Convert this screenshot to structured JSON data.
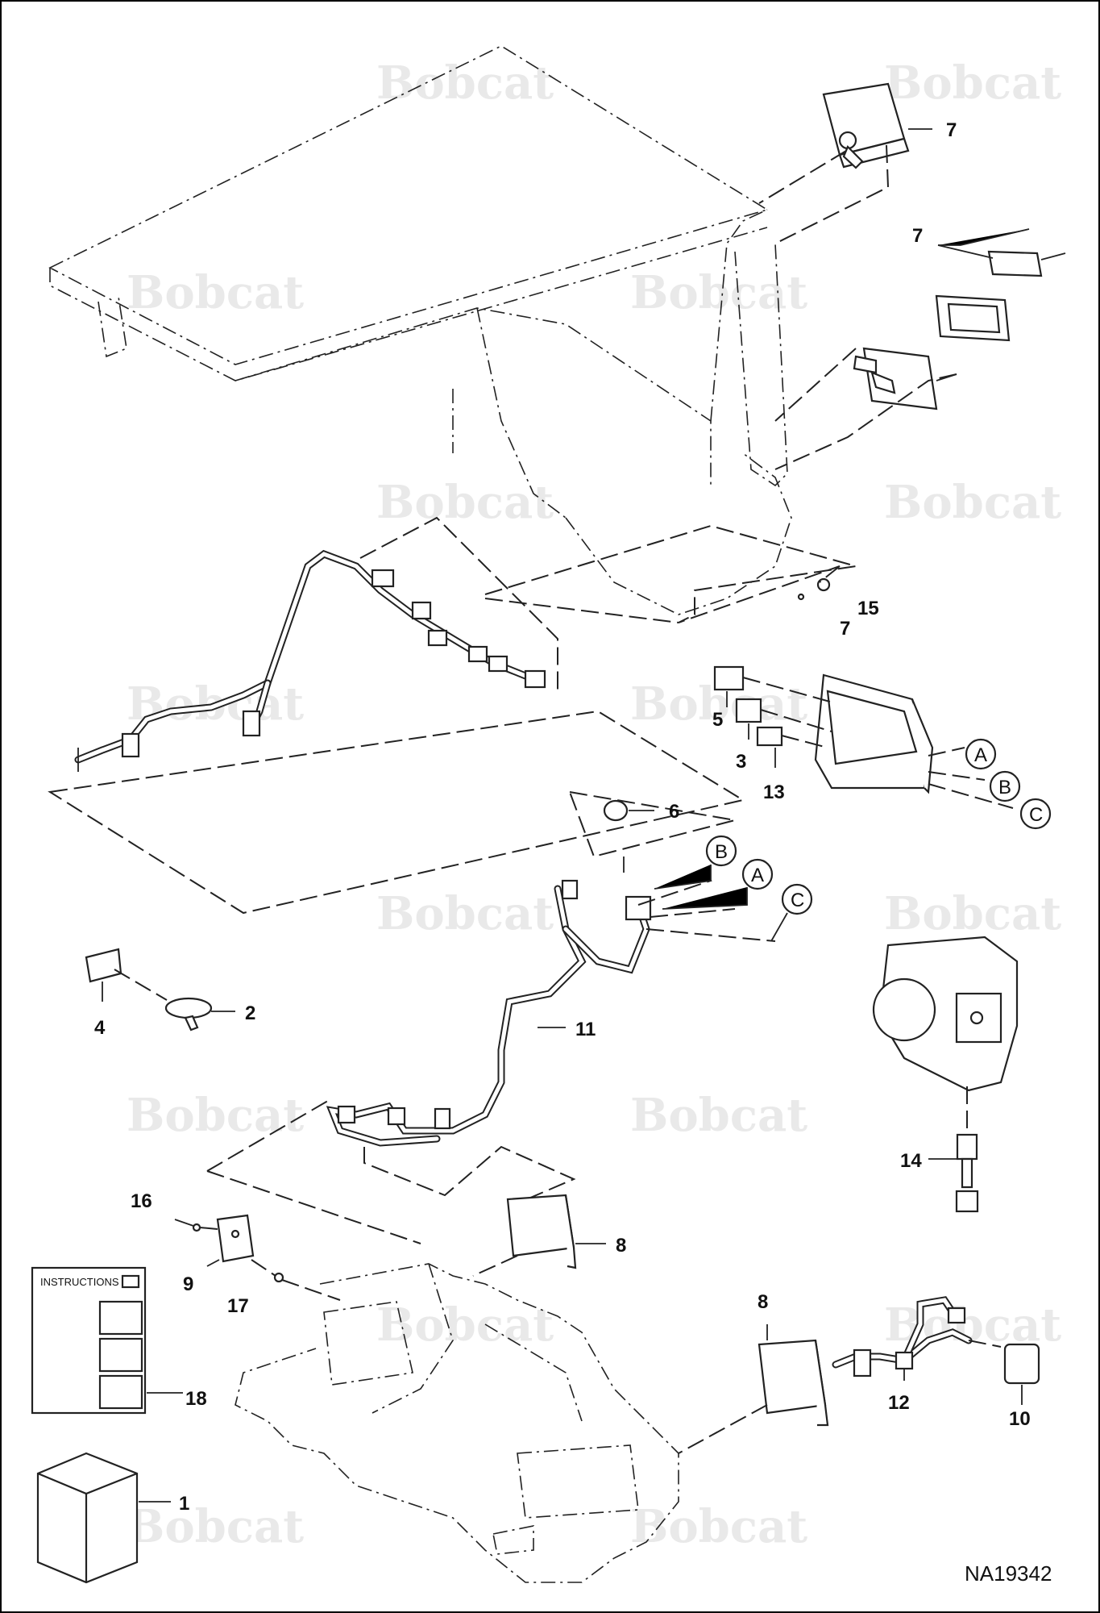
{
  "diagram": {
    "figure_id": "NA19342",
    "watermark_text": "Bobcat",
    "callouts": [
      "1",
      "2",
      "3",
      "4",
      "5",
      "6",
      "7",
      "7",
      "7",
      "8",
      "8",
      "9",
      "10",
      "11",
      "12",
      "13",
      "14",
      "15",
      "16",
      "17",
      "18"
    ],
    "connectors": [
      "A",
      "B",
      "C",
      "B",
      "A",
      "C"
    ],
    "instructions_label": "INSTRUCTIONS"
  },
  "colors": {
    "line": "#222222",
    "watermark": "#e9e9e9",
    "background": "#ffffff"
  }
}
